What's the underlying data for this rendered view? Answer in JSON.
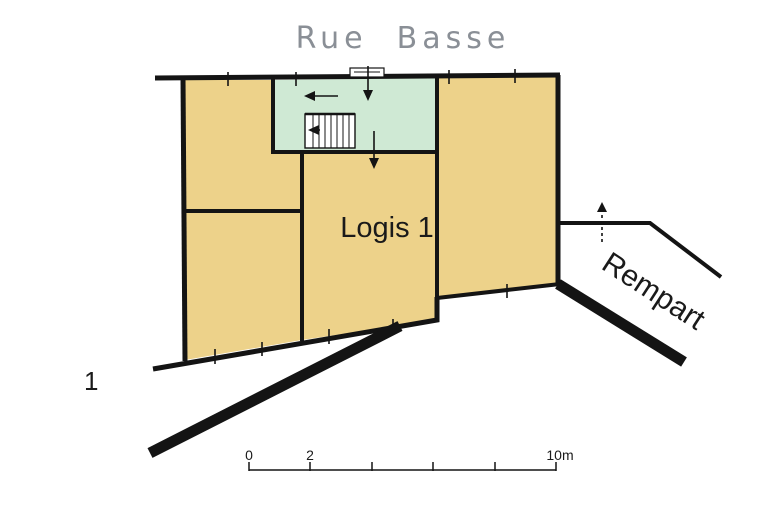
{
  "street_label": "Rue  Basse",
  "room_label": "Logis 1",
  "rampart_label": "Rempart",
  "figure_number": "1",
  "scale": {
    "labels": [
      "0",
      "2",
      "10m"
    ]
  },
  "colors": {
    "room_fill": "#edd28a",
    "stair_fill": "#cfe9d4",
    "wall": "#141414",
    "street_text": "#8a8f96",
    "text": "#1a1a1a"
  },
  "icons": [
    "stairs-icon",
    "arrow-left-icon",
    "arrow-down-icon",
    "dashed-arrow-up-icon",
    "door-marker-icon"
  ]
}
